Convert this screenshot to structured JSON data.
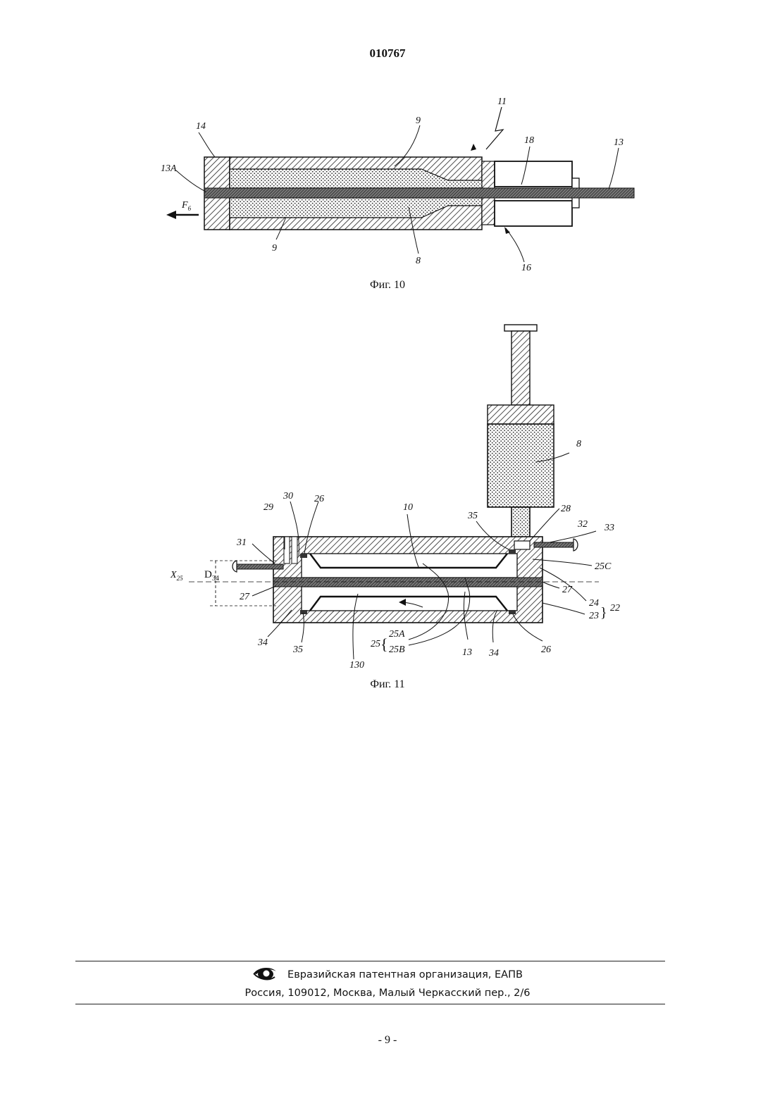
{
  "header": {
    "patent_number": "010767"
  },
  "figure10": {
    "caption": "Фиг. 10",
    "labels": {
      "l11": "11",
      "l14": "14",
      "l9top": "9",
      "l18": "18",
      "l13": "13",
      "l13A": "13A",
      "lF": "F",
      "lFsub": "6",
      "l9bot": "9",
      "l8": "8",
      "l16": "16"
    }
  },
  "figure11": {
    "caption": "Фиг. 11",
    "labels": {
      "l8": "8",
      "l10": "10",
      "l30": "30",
      "l26top": "26",
      "l29": "29",
      "l31": "31",
      "l35top": "35",
      "l28": "28",
      "l32": "32",
      "l33": "33",
      "l25C": "25C",
      "lX": "X",
      "lXsub": "25",
      "lD": "D",
      "lDsub": "34",
      "l27left": "27",
      "l27right": "27",
      "l24": "24",
      "l22": "22",
      "l23": "23",
      "l34left": "34",
      "l35bot": "35",
      "l25": "25",
      "l25A": "25A",
      "l25B": "25B",
      "l130": "130",
      "l13": "13",
      "l34right": "34",
      "l26bot": "26"
    }
  },
  "footer": {
    "organization": "Евразийская патентная организация, ЕАПВ",
    "address": "Россия, 109012, Москва, Малый Черкасский пер., 2/6",
    "logo_icon": "eapo-eye-icon"
  },
  "page": {
    "number": "- 9 -"
  }
}
